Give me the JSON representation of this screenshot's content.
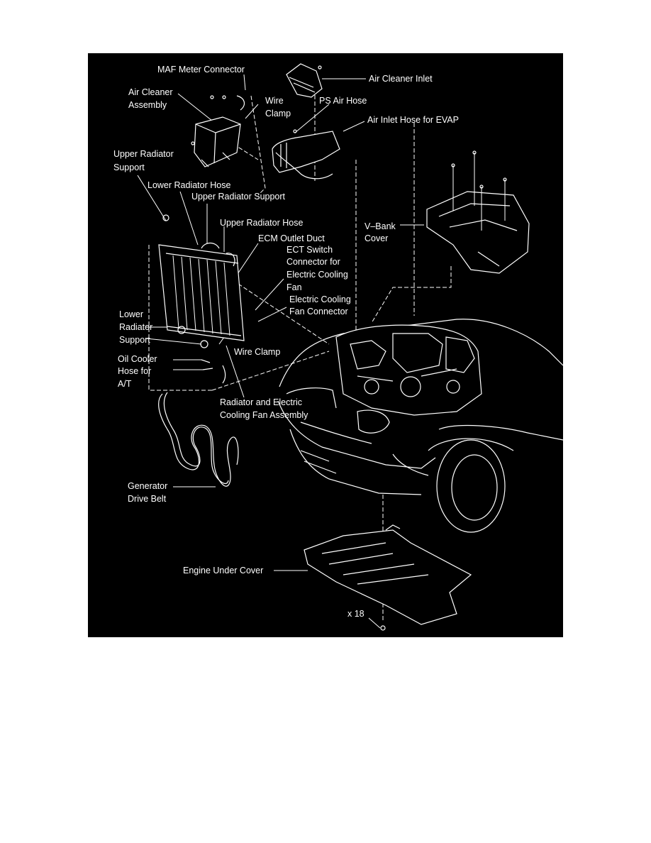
{
  "diagram": {
    "background": "#000000",
    "ink": "#ffffff",
    "labels": {
      "maf_meter_connector": "MAF Meter Connector",
      "air_cleaner_inlet": "Air Cleaner Inlet",
      "air_cleaner_assembly_1": "Air Cleaner",
      "air_cleaner_assembly_2": "Assembly",
      "wire_clamp_top_1": "Wire",
      "wire_clamp_top_2": "Clamp",
      "ps_air_hose": "PS Air Hose",
      "air_inlet_hose_evap": "Air Inlet Hose for EVAP",
      "upper_radiator_support_left_1": "Upper Radiator",
      "upper_radiator_support_left_2": "Support",
      "lower_radiator_hose": "Lower Radiator Hose",
      "upper_radiator_support_mid": "Upper Radiator Support",
      "upper_radiator_hose": "Upper Radiator Hose",
      "v_bank_cover_1": "V–Bank",
      "v_bank_cover_2": "Cover",
      "ecm_outlet_duct": "ECM Outlet Duct",
      "ect_switch_1": "ECT Switch",
      "ect_switch_2": "Connector for",
      "ect_switch_3": "Electric Cooling",
      "ect_switch_4": "Fan",
      "electric_cooling_fan_connector_1": "Electric Cooling",
      "electric_cooling_fan_connector_2": "Fan Connector",
      "lower_radiator_support_1": "Lower",
      "lower_radiator_support_2": "Radiator",
      "lower_radiator_support_3": "Support",
      "wire_clamp_mid": "Wire Clamp",
      "oil_cooler_hose_1": "Oil Cooler",
      "oil_cooler_hose_2": "Hose for",
      "oil_cooler_hose_3": "A/T",
      "radiator_fan_assembly_1": "Radiator and Electric",
      "radiator_fan_assembly_2": "Cooling Fan Assembly",
      "generator_drive_belt_1": "Generator",
      "generator_drive_belt_2": "Drive Belt",
      "engine_under_cover": "Engine Under Cover",
      "bolt_count": "x 18"
    }
  }
}
